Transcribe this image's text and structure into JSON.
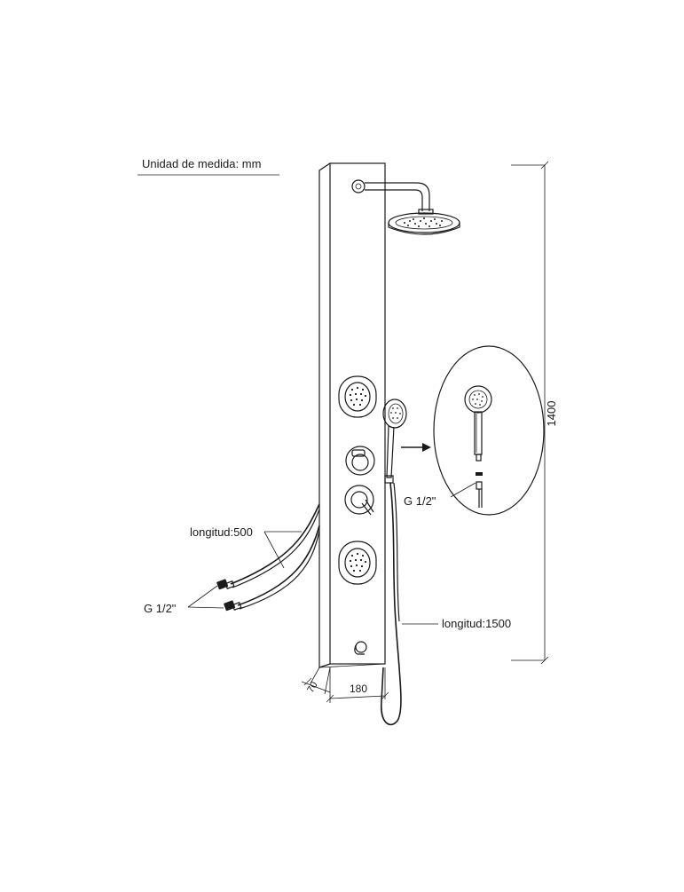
{
  "unit_label": "Unidad de medida: mm",
  "dimensions": {
    "height": "1400",
    "width": "180",
    "depth": "70"
  },
  "callouts": {
    "inlet_hose_length": "longitud:500",
    "inlet_thread": "G 1/2\"",
    "hand_shower_thread": "G 1/2\"",
    "shower_hose_length": "longitud:1500"
  }
}
